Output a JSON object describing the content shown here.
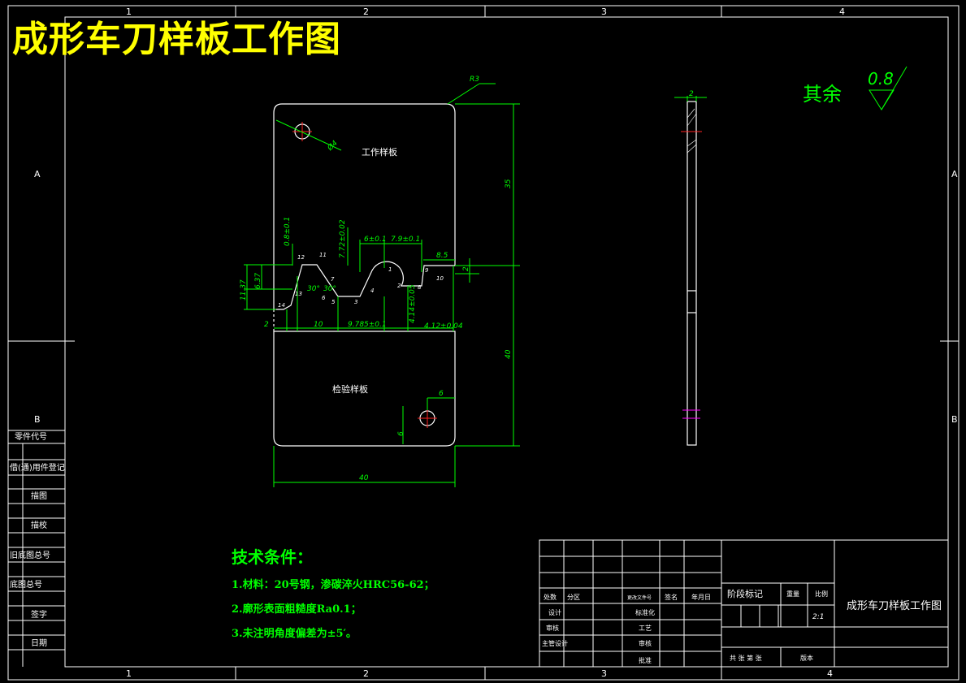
{
  "title": "成形车刀样板工作图",
  "border": {
    "top_numbers": [
      "1",
      "2",
      "3",
      "4"
    ],
    "bottom_numbers": [
      "1",
      "2",
      "3",
      "4"
    ],
    "side_letters": [
      "A",
      "B"
    ]
  },
  "left_column": [
    "零件代号",
    "借(通)用件登记",
    "描图",
    "描校",
    "旧底图总号",
    "底图总号",
    "签字",
    "日期"
  ],
  "drawing": {
    "label_work": "工作样板",
    "label_check": "检验样板",
    "roughness_label": "其余",
    "roughness_value": "0.8",
    "dims": {
      "r3": "R3",
      "hole": "Ø4",
      "d35": "35",
      "d40v": "40",
      "d40h": "40",
      "d6a": "6",
      "d6b": "6",
      "d2_side": "2",
      "d2_thick": "2",
      "d2_bottom": "2",
      "d10": "10",
      "d9785": "9.785±0.1",
      "d6h": "6±0.1",
      "d79": "7.9±0.1",
      "d85": "8.5",
      "d08": "0.8±0.1",
      "d772": "7.72±0.02",
      "d1137": "11.37",
      "d637": "6.37",
      "d4124": "4.12±0.04",
      "d414": "4.14±0.05",
      "ang30a": "30°",
      "ang30b": "30°"
    },
    "points": [
      "1",
      "2",
      "3",
      "4",
      "5",
      "6",
      "7",
      "8",
      "9",
      "10",
      "11",
      "12",
      "13",
      "14"
    ]
  },
  "tech": {
    "head": "技术条件：",
    "lines": [
      "1.材料：20号钢，渗碳淬火HRC56-62；",
      "2.廓形表面粗糙度Ra0.1；",
      "3.未注明角度偏差为±5′。"
    ]
  },
  "title_block": {
    "labels": [
      "处数",
      "分区",
      "更改文件号",
      "签名",
      "年月日",
      "设计",
      "标准化",
      "审核",
      "工艺",
      "主管设计",
      "审核",
      "批准"
    ],
    "stage": "阶段标记",
    "weight": "重量",
    "scale_label": "比例",
    "scale_value": "2:1",
    "sheets": "共 张 第 张",
    "version": "版本",
    "drawing_name": "成形车刀样板工作图"
  },
  "colors": {
    "frame": "#ffffff",
    "dimension": "#00ff00",
    "title": "#ffff00",
    "center": "#ff0000"
  }
}
